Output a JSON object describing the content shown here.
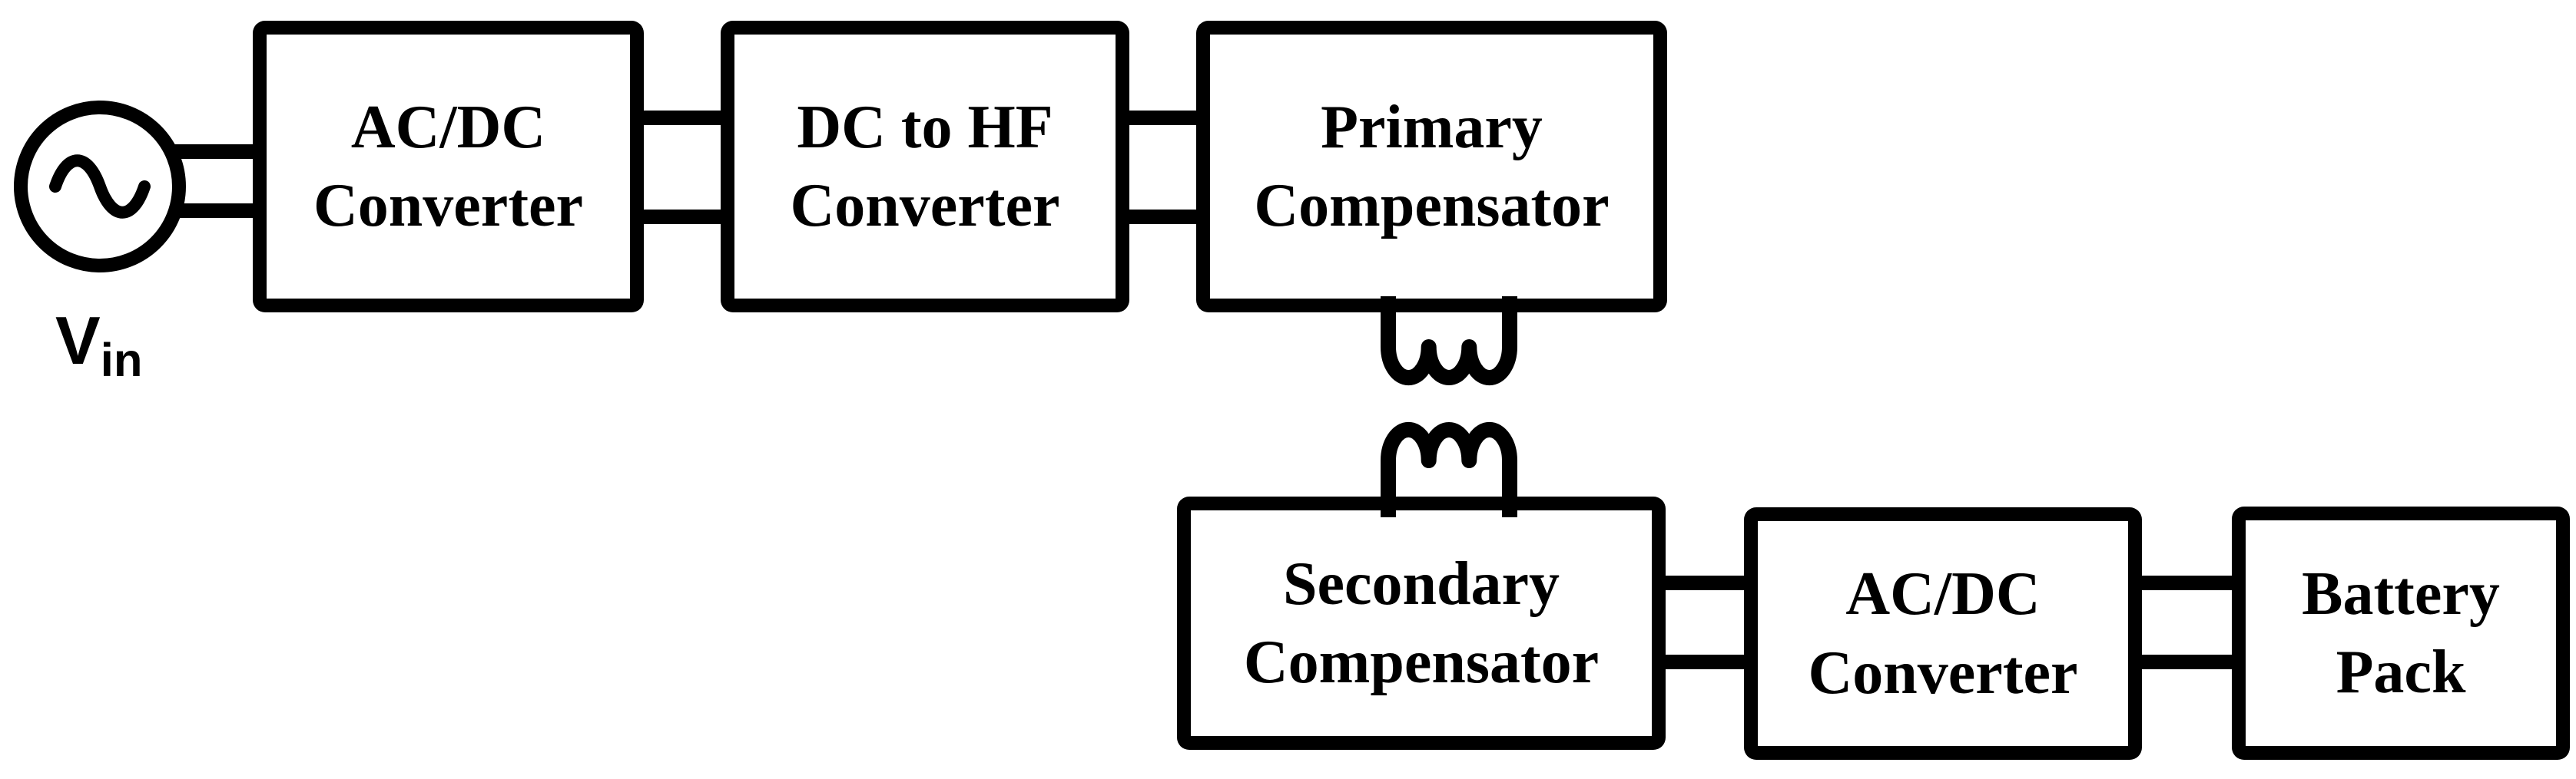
{
  "source": {
    "label": "V",
    "label_sub": "in",
    "icon": "ac-sine-source-icon"
  },
  "blocks": [
    {
      "id": "ac-dc-converter-input",
      "line1": "AC/DC",
      "line2": "Converter"
    },
    {
      "id": "dc-to-hf-converter",
      "line1": "DC to HF",
      "line2": "Converter"
    },
    {
      "id": "primary-compensator",
      "line1": "Primary",
      "line2": "Compensator"
    },
    {
      "id": "secondary-compensator",
      "line1": "Secondary",
      "line2": "Compensator"
    },
    {
      "id": "ac-dc-converter-output",
      "line1": "AC/DC",
      "line2": "Converter"
    },
    {
      "id": "battery-pack",
      "line1": "Battery",
      "line2": "Pack"
    }
  ],
  "icons": [
    "ac-sine-source-icon",
    "inductor-coil-primary-icon",
    "inductor-coil-secondary-icon"
  ],
  "colors": {
    "stroke": "#000000",
    "background": "#ffffff"
  }
}
